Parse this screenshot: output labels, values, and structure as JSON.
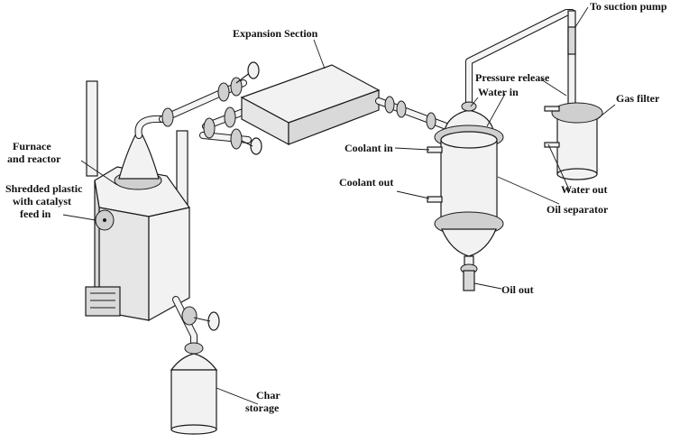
{
  "labels": {
    "expansion_section": "Expansion Section",
    "to_suction_pump": "To suction pump",
    "pressure_release": "Pressure release",
    "water_in": "Water in",
    "gas_filter": "Gas filter",
    "furnace_reactor_line1": "Furnace",
    "furnace_reactor_line2": "and reactor",
    "shredded_line1": "Shredded plastic",
    "shredded_line2": "with catalyst",
    "shredded_line3": "feed in",
    "coolant_in": "Coolant in",
    "coolant_out": "Coolant out",
    "water_out": "Water out",
    "oil_separator": "Oil separator",
    "oil_out": "Oil out",
    "char_line1": "Char",
    "char_line2": "storage"
  }
}
